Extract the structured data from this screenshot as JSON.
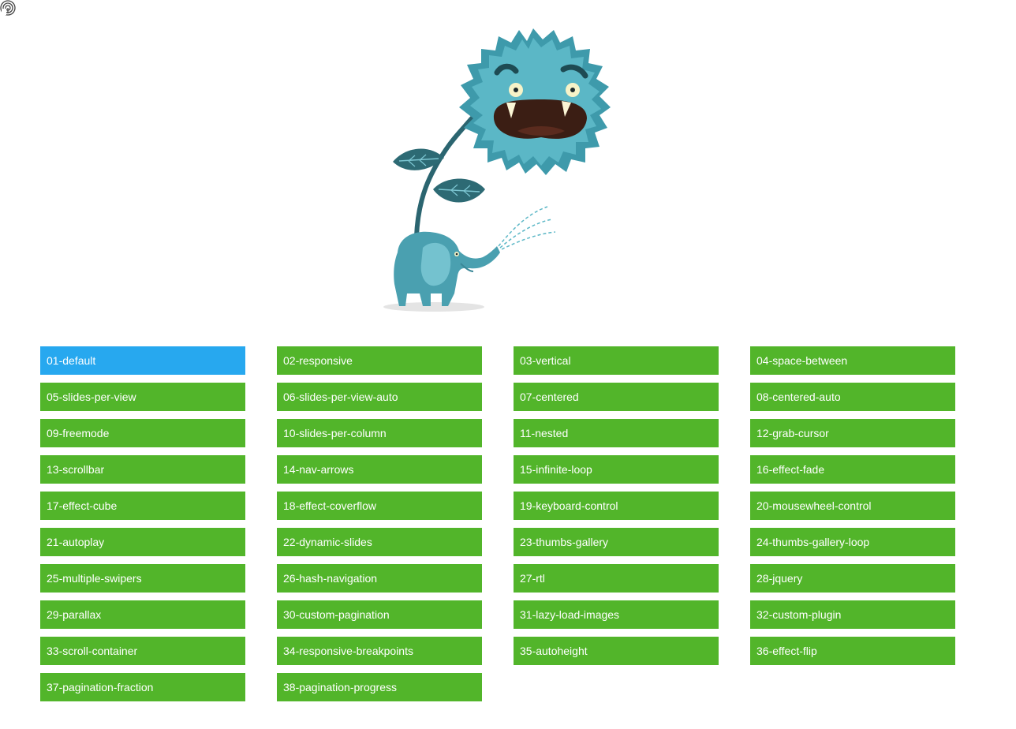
{
  "hero": {
    "illustration": "monster-flower-elephant-illustration",
    "fingerprint_icon": "fingerprint-icon"
  },
  "demos": [
    {
      "label": "01-default",
      "active": true
    },
    {
      "label": "02-responsive"
    },
    {
      "label": "03-vertical"
    },
    {
      "label": "04-space-between"
    },
    {
      "label": "05-slides-per-view"
    },
    {
      "label": "06-slides-per-view-auto"
    },
    {
      "label": "07-centered"
    },
    {
      "label": "08-centered-auto"
    },
    {
      "label": "09-freemode"
    },
    {
      "label": "10-slides-per-column"
    },
    {
      "label": "11-nested"
    },
    {
      "label": "12-grab-cursor"
    },
    {
      "label": "13-scrollbar"
    },
    {
      "label": "14-nav-arrows"
    },
    {
      "label": "15-infinite-loop"
    },
    {
      "label": "16-effect-fade"
    },
    {
      "label": "17-effect-cube"
    },
    {
      "label": "18-effect-coverflow"
    },
    {
      "label": "19-keyboard-control"
    },
    {
      "label": "20-mousewheel-control"
    },
    {
      "label": "21-autoplay"
    },
    {
      "label": "22-dynamic-slides"
    },
    {
      "label": "23-thumbs-gallery"
    },
    {
      "label": "24-thumbs-gallery-loop"
    },
    {
      "label": "25-multiple-swipers"
    },
    {
      "label": "26-hash-navigation"
    },
    {
      "label": "27-rtl"
    },
    {
      "label": "28-jquery"
    },
    {
      "label": "29-parallax"
    },
    {
      "label": "30-custom-pagination"
    },
    {
      "label": "31-lazy-load-images"
    },
    {
      "label": "32-custom-plugin"
    },
    {
      "label": "33-scroll-container"
    },
    {
      "label": "34-responsive-breakpoints"
    },
    {
      "label": "35-autoheight"
    },
    {
      "label": "36-effect-flip"
    },
    {
      "label": "37-pagination-fraction"
    },
    {
      "label": "38-pagination-progress"
    }
  ],
  "colors": {
    "link_bg": "#52b52a",
    "active_bg": "#27a8ef",
    "monster": "#4fa9b8",
    "monster_dark": "#2d7f8e"
  }
}
